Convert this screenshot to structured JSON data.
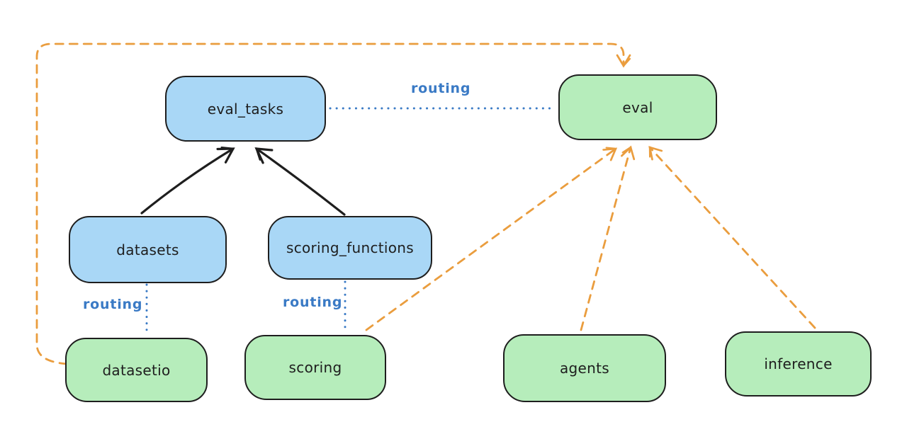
{
  "colors": {
    "background": "#ffffff",
    "node_blue_fill": "#a9d7f6",
    "node_green_fill": "#b6edbb",
    "node_stroke": "#1e1e1e",
    "routing_blue": "#3a7ac5",
    "provider_orange": "#ea9d3e",
    "arrow_black": "#1e1e1e"
  },
  "nodes": {
    "eval_tasks": {
      "label": "eval_tasks"
    },
    "eval": {
      "label": "eval"
    },
    "datasets": {
      "label": "datasets"
    },
    "scoring_functions": {
      "label": "scoring_functions"
    },
    "datasetio": {
      "label": "datasetio"
    },
    "scoring": {
      "label": "scoring"
    },
    "agents": {
      "label": "agents"
    },
    "inference": {
      "label": "inference"
    }
  },
  "edge_labels": {
    "eval_tasks_eval": {
      "label": "routing"
    },
    "datasets_datasetio": {
      "label": "routing"
    },
    "scoring_functions_scoring": {
      "label": "routing"
    }
  }
}
